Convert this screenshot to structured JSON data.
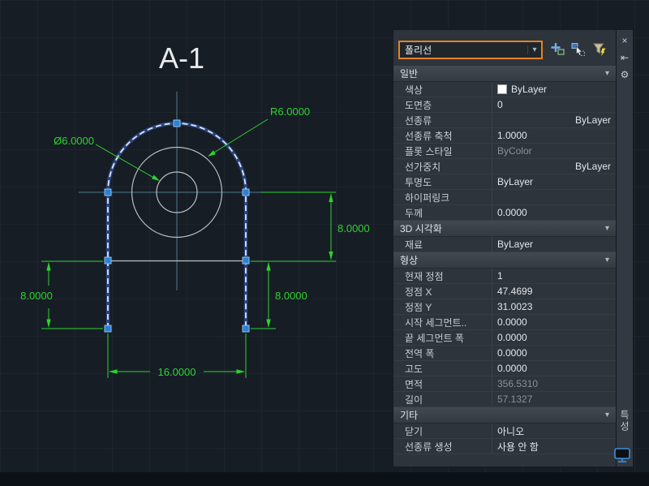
{
  "colors": {
    "dimension_green": "#2ed32e",
    "selection_highlight_orange": "#e5821c",
    "grip_blue": "#2f80d2",
    "canvas_background": "#171d25",
    "palette_background": "#2e343c"
  },
  "canvas": {
    "title": "A-1",
    "dims": {
      "radius": "R6.0000",
      "diameter": "Ø6.0000",
      "height_right": "8.0000",
      "height_left": "8.0000",
      "height_mid": "8.0000",
      "width": "16.0000"
    }
  },
  "palette": {
    "vertical_title": "특성",
    "object_type": "폴리선",
    "sections": [
      {
        "label": "일반",
        "rows": [
          {
            "label": "색상",
            "value": "ByLayer"
          },
          {
            "label": "도면층",
            "value": "0"
          },
          {
            "label": "선종류",
            "value": "ByLayer"
          },
          {
            "label": "선종류 축척",
            "value": "1.0000"
          },
          {
            "label": "플롯 스타일",
            "value": "ByColor"
          },
          {
            "label": "선가중치",
            "value": "ByLayer"
          },
          {
            "label": "투명도",
            "value": "ByLayer"
          },
          {
            "label": "하이퍼링크",
            "value": ""
          },
          {
            "label": "두께",
            "value": "0.0000"
          }
        ]
      },
      {
        "label": "3D 시각화",
        "rows": [
          {
            "label": "재료",
            "value": "ByLayer"
          }
        ]
      },
      {
        "label": "형상",
        "rows": [
          {
            "label": "현재 정점",
            "value": "1"
          },
          {
            "label": "정점 X",
            "value": "47.4699"
          },
          {
            "label": "정점 Y",
            "value": "31.0023"
          },
          {
            "label": "시작 세그먼트..",
            "value": "0.0000"
          },
          {
            "label": "끝 세그먼트 폭",
            "value": "0.0000"
          },
          {
            "label": "전역 폭",
            "value": "0.0000"
          },
          {
            "label": "고도",
            "value": "0.0000"
          },
          {
            "label": "면적",
            "value": "356.5310"
          },
          {
            "label": "길이",
            "value": "57.1327"
          }
        ]
      },
      {
        "label": "기타",
        "rows": [
          {
            "label": "닫기",
            "value": "아니오"
          },
          {
            "label": "선종류 생성",
            "value": "사용 안 함"
          }
        ]
      }
    ]
  }
}
